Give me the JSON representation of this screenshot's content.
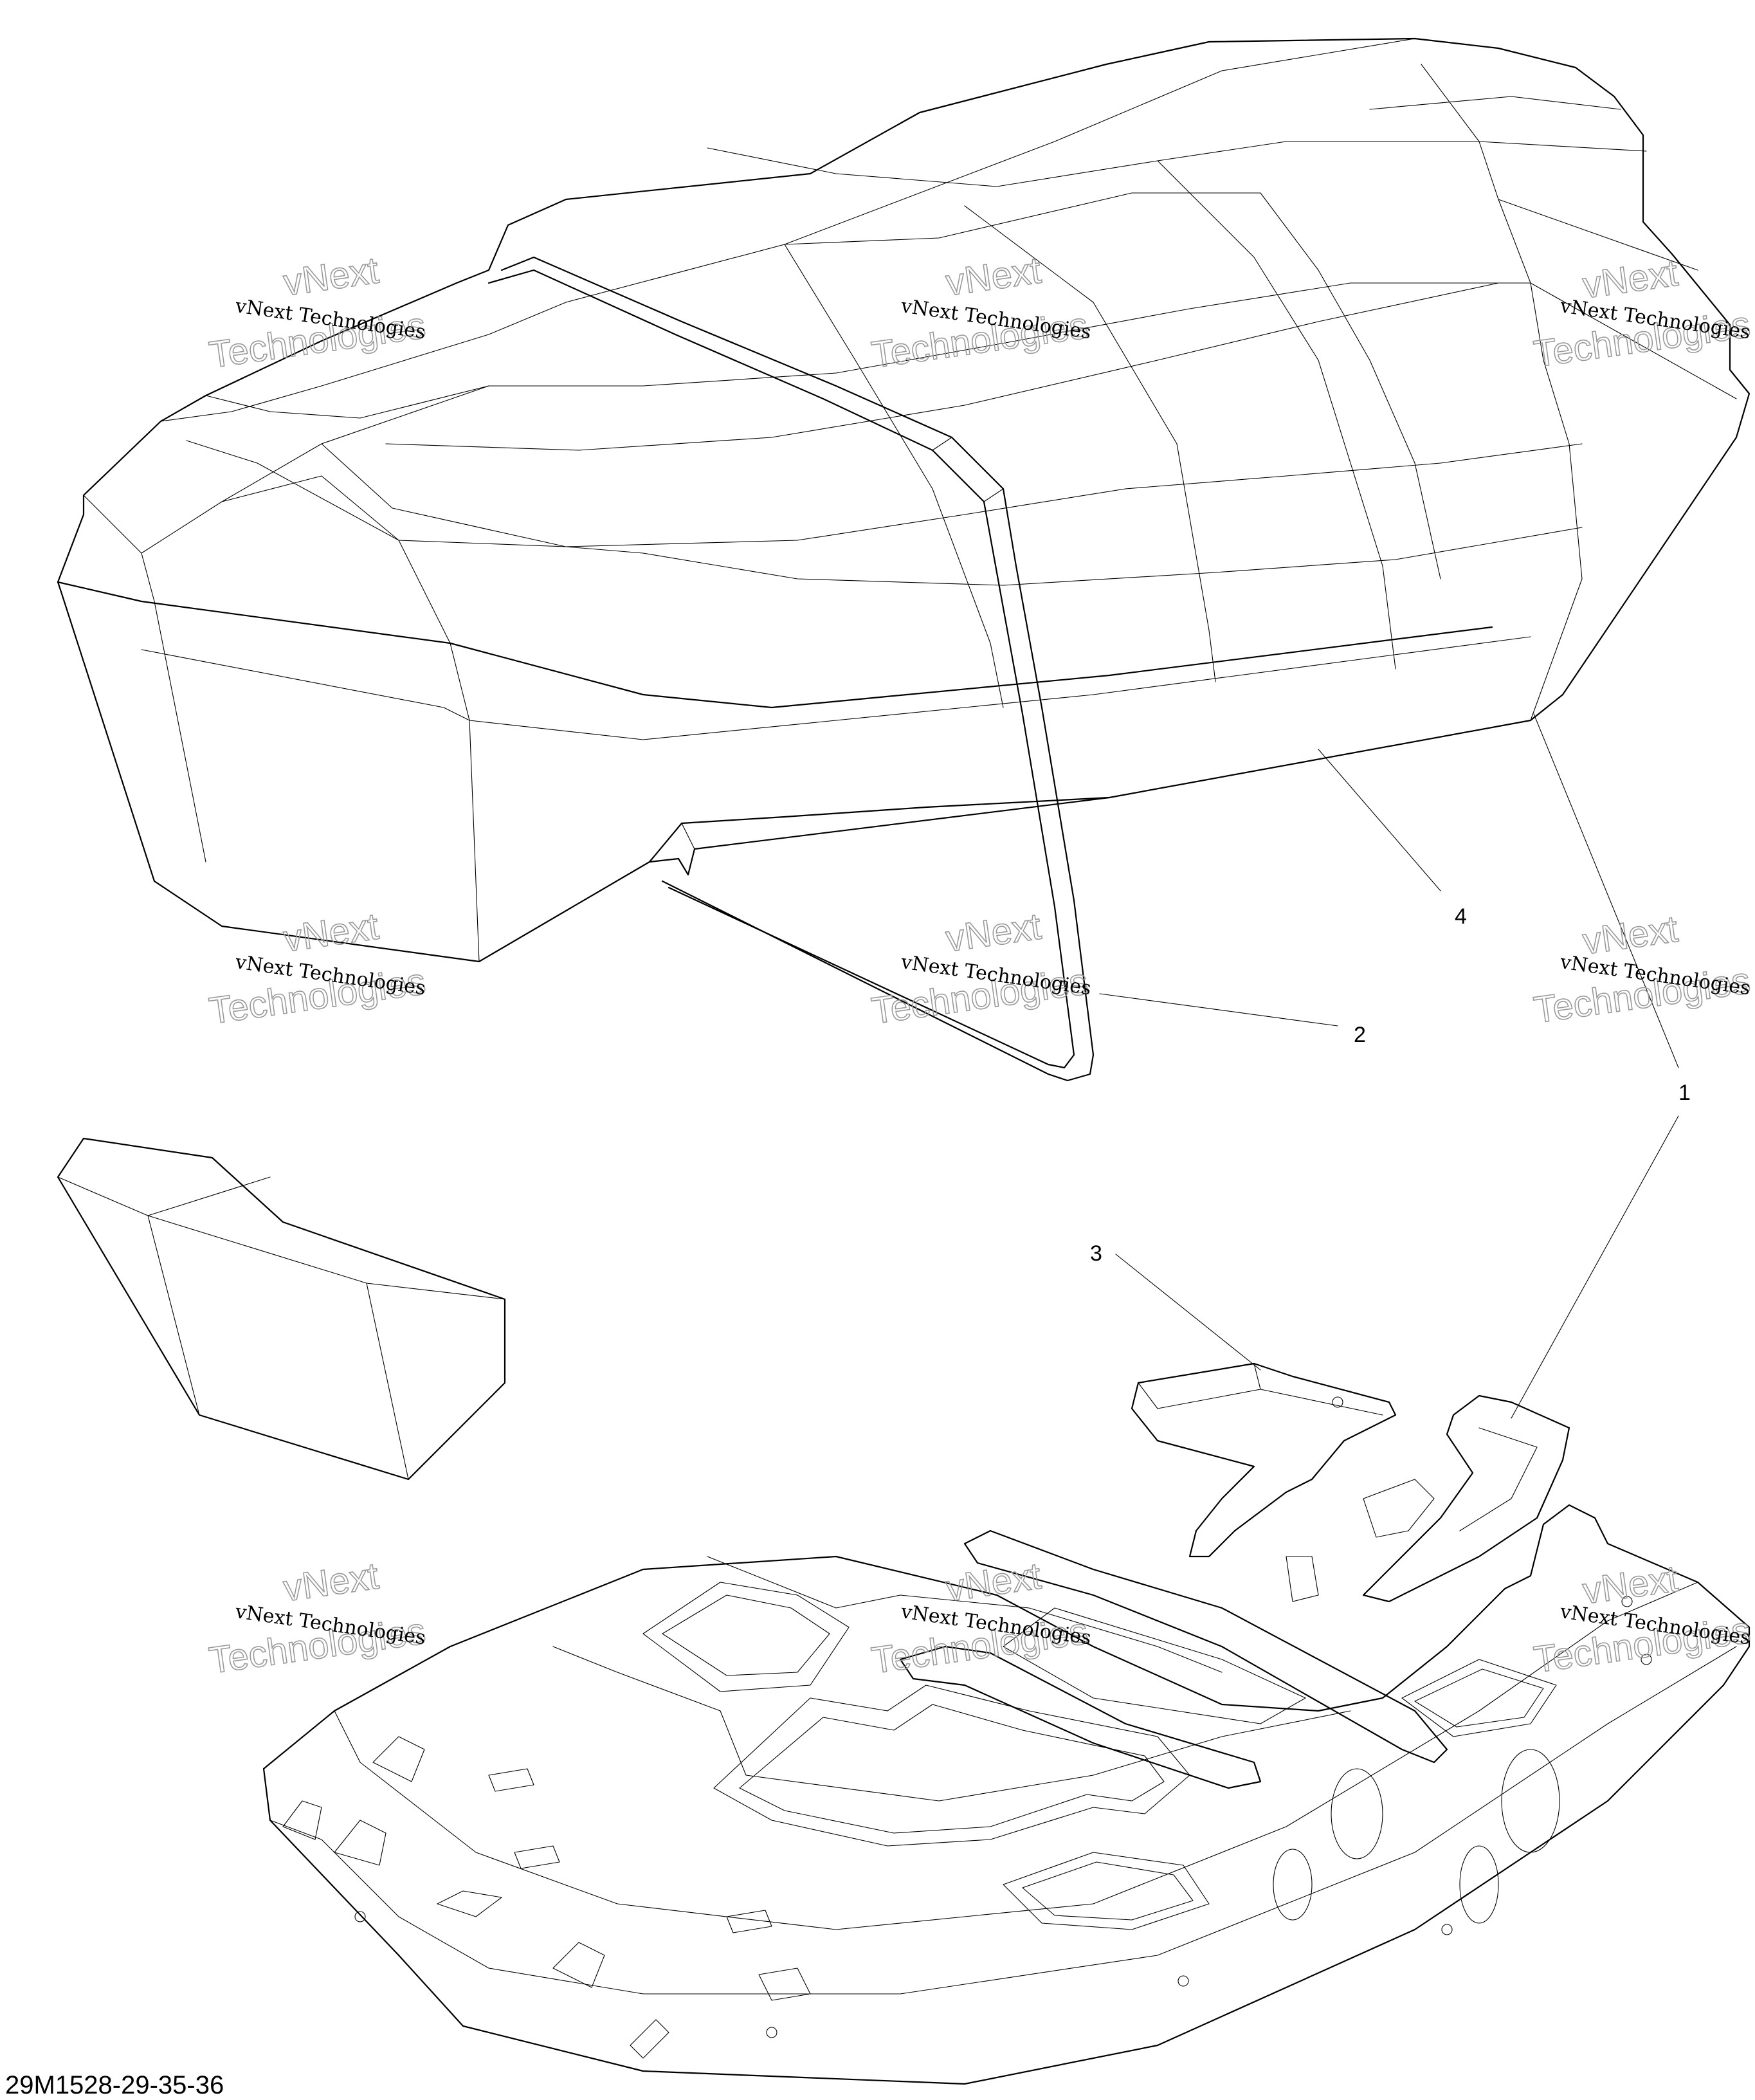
{
  "figure": {
    "reference_code": "29M1528-29-35-36",
    "callouts": [
      "1",
      "2",
      "3",
      "4"
    ],
    "watermark": {
      "line_small": "vNext Technologies",
      "line_overlay_top": "vNext",
      "line_overlay_bottom": "Technologies"
    }
  }
}
